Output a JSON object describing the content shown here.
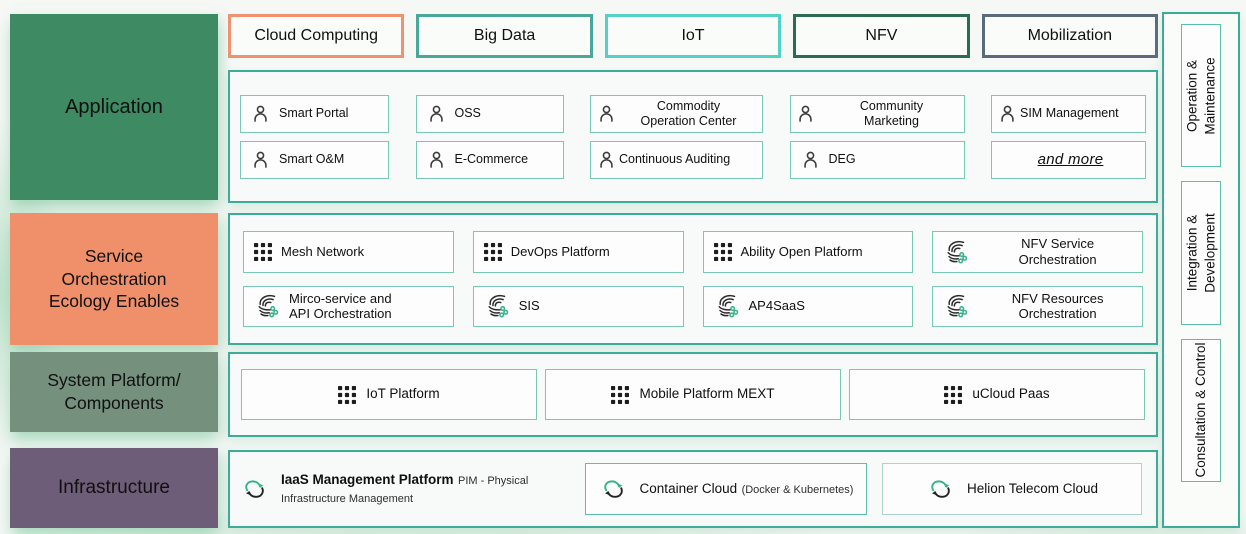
{
  "colors": {
    "application_bg": "#3d8a63",
    "service_bg": "#f0906b",
    "system_bg": "#75907d",
    "infrastructure_bg": "#6e5d78",
    "panel_border": "#3cab97",
    "item_border": "#77c9b4",
    "cloud_computing_border": "#f0916f",
    "big_data_border": "#4aa89a",
    "iot_border": "#52d2c5",
    "nfv_border": "#2d6b50",
    "mobilization_border": "#5a6b7b",
    "accent_green": "#36b28a"
  },
  "categories": [
    {
      "label": "Cloud Computing"
    },
    {
      "label": "Big Data"
    },
    {
      "label": "IoT"
    },
    {
      "label": "NFV"
    },
    {
      "label": "Mobilization"
    }
  ],
  "application": {
    "label": "Application",
    "items": [
      {
        "label": "Smart Portal",
        "icon": "user-icon"
      },
      {
        "label": "OSS",
        "icon": "user-icon"
      },
      {
        "label": "Commodity Operation Center",
        "icon": "user-icon",
        "lines": [
          "Commodity",
          "Operation Center"
        ]
      },
      {
        "label": "Community Marketing",
        "icon": "user-icon",
        "lines": [
          "Community",
          "Marketing"
        ]
      },
      {
        "label": "SIM Management",
        "icon": "user-icon"
      },
      {
        "label": "Smart O&M",
        "icon": "user-icon"
      },
      {
        "label": "E-Commerce",
        "icon": "user-icon"
      },
      {
        "label": "Continuous Auditing",
        "icon": "user-icon"
      },
      {
        "label": "DEG",
        "icon": "user-icon"
      },
      {
        "label": "and more"
      }
    ]
  },
  "service": {
    "label": "Service Orchestration Ecology Enables",
    "label_lines": [
      "Service",
      "Orchestration",
      "Ecology Enables"
    ],
    "items": [
      {
        "label": "Mesh Network",
        "icon": "grid-icon"
      },
      {
        "label": "DevOps Platform",
        "icon": "grid-icon"
      },
      {
        "label": "Ability Open Platform",
        "icon": "grid-icon"
      },
      {
        "label": "NFV Service Orchestration",
        "icon": "swirl-icon",
        "lines": [
          "NFV Service",
          "Orchestration"
        ]
      },
      {
        "label": "Mirco-service and API Orchestration",
        "icon": "swirl-icon",
        "lines": [
          "Mirco-service and",
          "API Orchestration"
        ]
      },
      {
        "label": "SIS",
        "icon": "swirl-icon"
      },
      {
        "label": "AP4SaaS",
        "icon": "swirl-icon"
      },
      {
        "label": "NFV Resources Orchestration",
        "icon": "swirl-icon",
        "lines": [
          "NFV Resources",
          "Orchestration"
        ]
      }
    ]
  },
  "system": {
    "label": "System Platform/ Components",
    "label_lines": [
      "System Platform/",
      "Components"
    ],
    "items": [
      {
        "label": "IoT Platform",
        "icon": "grid-icon"
      },
      {
        "label": "Mobile Platform MEXT",
        "icon": "grid-icon"
      },
      {
        "label": "uCloud Paas",
        "icon": "grid-icon"
      }
    ]
  },
  "infrastructure": {
    "label": "Infrastructure",
    "items": [
      {
        "title": "IaaS Management Platform",
        "subtitle": "PIM - Physical Infrastructure Management",
        "icon": "cloud-sync-icon"
      },
      {
        "title": "Container Cloud",
        "subtitle": "(Docker & Kubernetes)",
        "icon": "cloud-sync-icon"
      },
      {
        "title": "Helion Telecom Cloud",
        "icon": "cloud-sync-icon"
      }
    ]
  },
  "sidebar": {
    "items": [
      {
        "label": "Operation & Maintenance",
        "lines": [
          "Operation &",
          "Maintenance"
        ]
      },
      {
        "label": "Integration & Development",
        "lines": [
          "Integration &",
          "Development"
        ]
      },
      {
        "label": "Consultation & Control",
        "lines": [
          "Consultation & Control"
        ]
      }
    ]
  }
}
